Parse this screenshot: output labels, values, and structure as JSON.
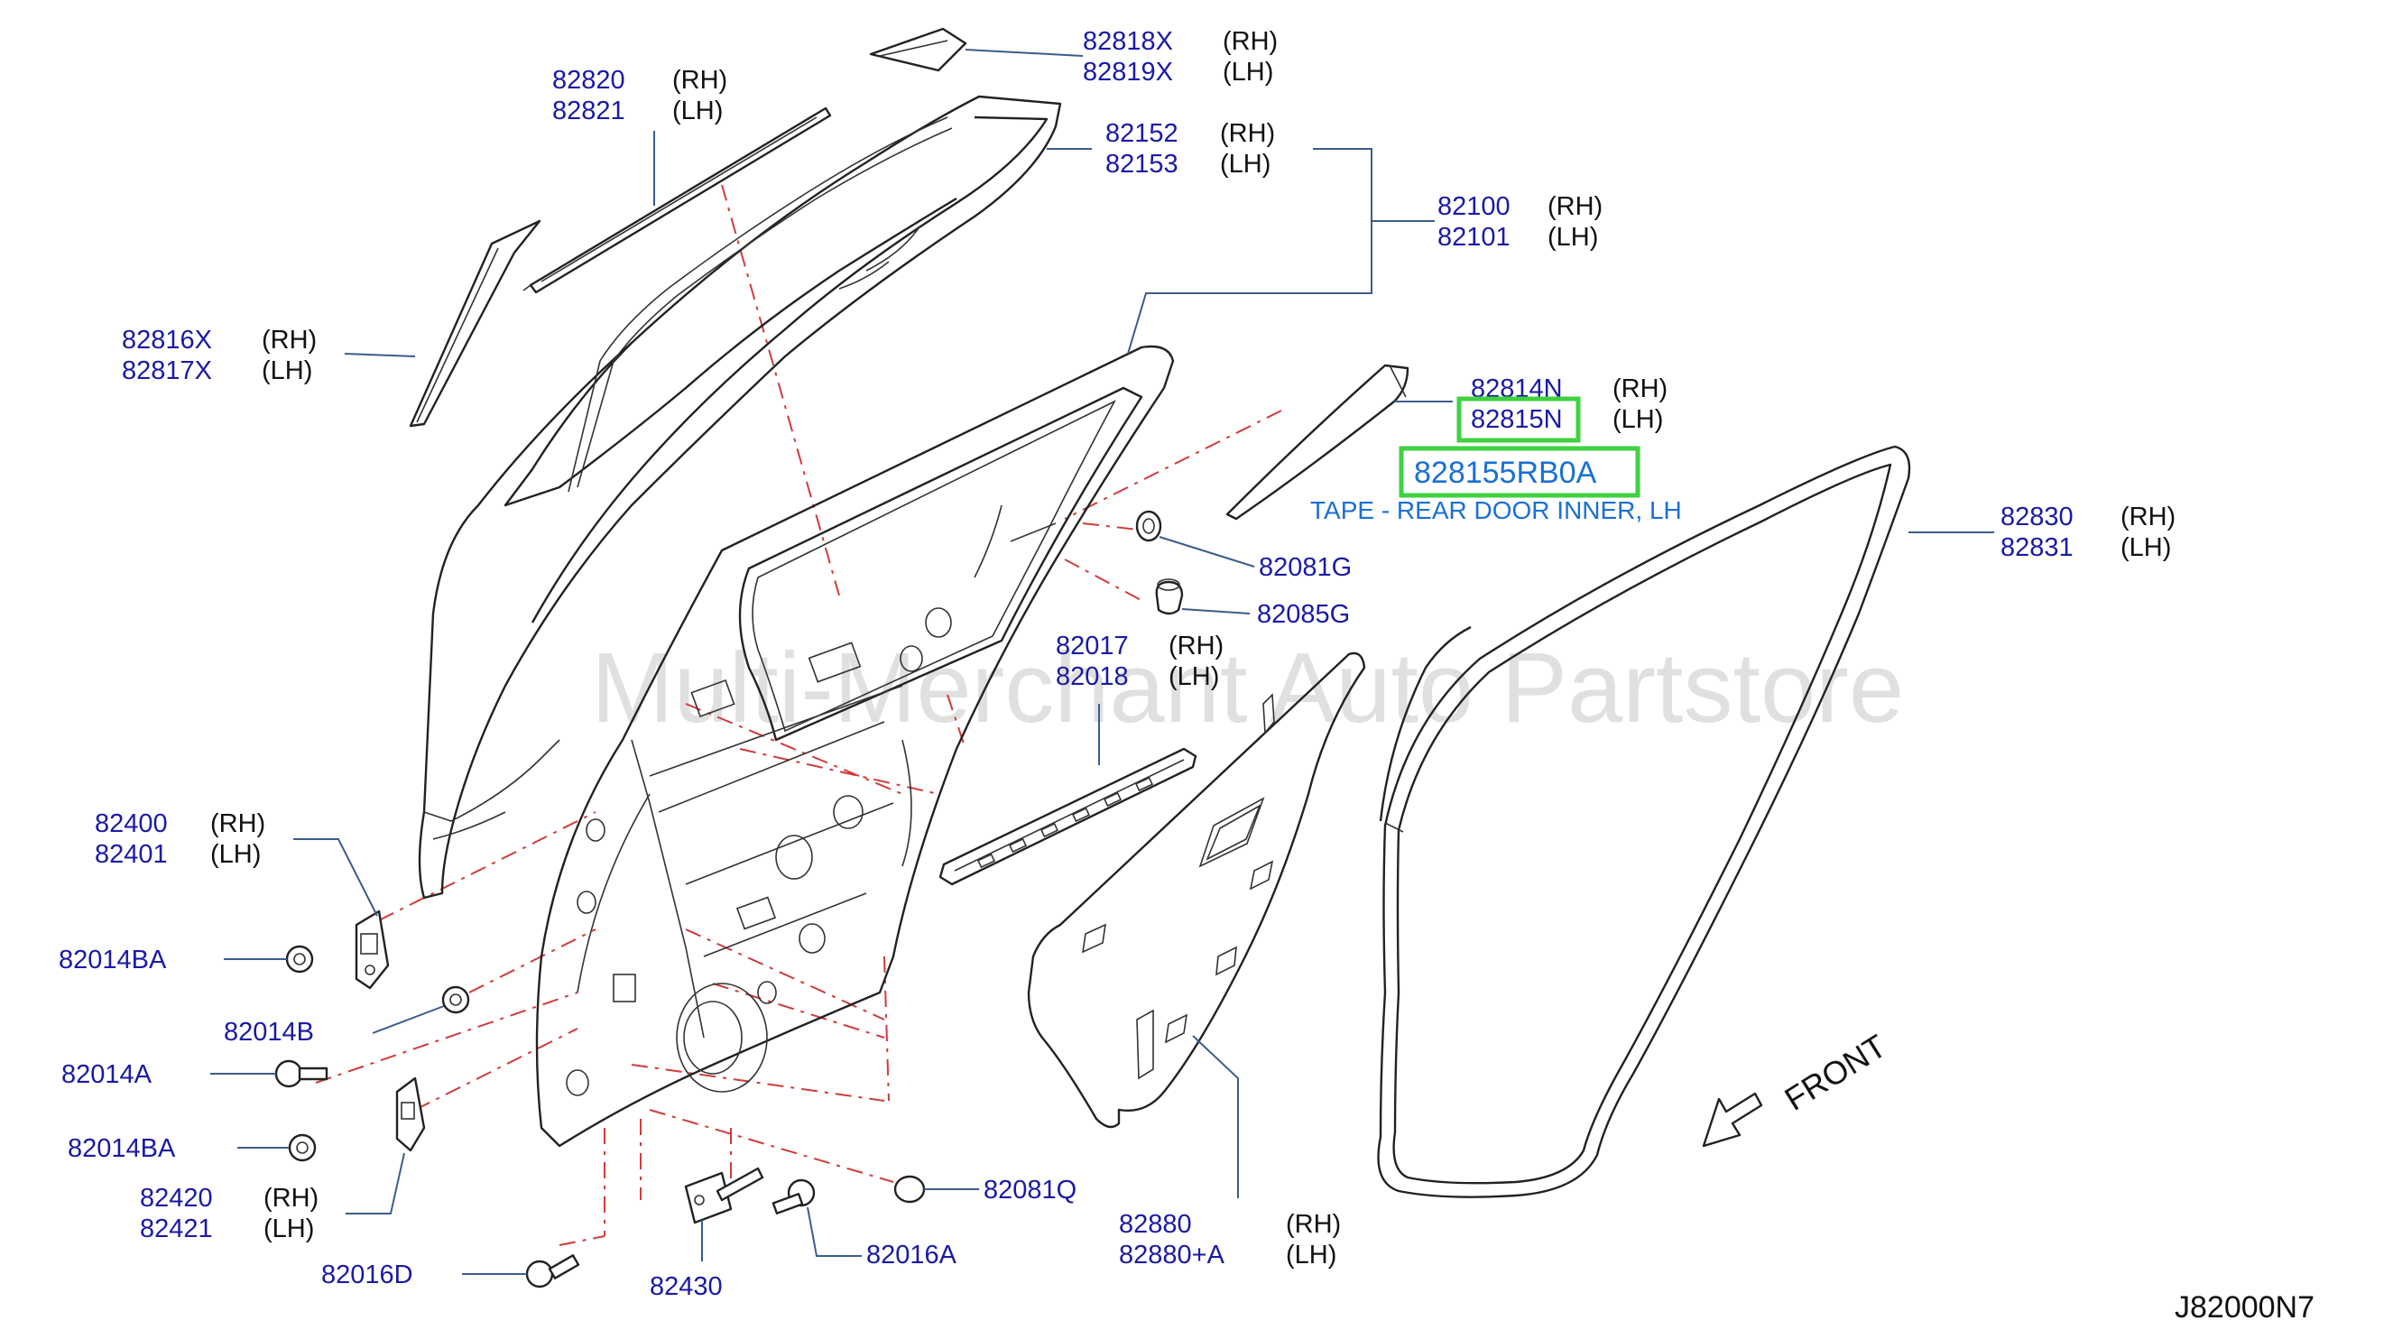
{
  "watermark": "Multi-Merchant Auto Partstore",
  "diagram_code": "J82000N7",
  "front_label": "FRONT",
  "highlight": {
    "part_number": "828155RB0A",
    "description": "TAPE - REAR DOOR INNER, LH"
  },
  "callouts": {
    "c82818": {
      "rh": "82818X",
      "lh": "82819X",
      "rh_side": "(RH)",
      "lh_side": "(LH)"
    },
    "c82820": {
      "rh": "82820",
      "lh": "82821",
      "rh_side": "(RH)",
      "lh_side": "(LH)"
    },
    "c82152": {
      "rh": "82152",
      "lh": "82153",
      "rh_side": "(RH)",
      "lh_side": "(LH)"
    },
    "c82100": {
      "rh": "82100",
      "lh": "82101",
      "rh_side": "(RH)",
      "lh_side": "(LH)"
    },
    "c82816": {
      "rh": "82816X",
      "lh": "82817X",
      "rh_side": "(RH)",
      "lh_side": "(LH)"
    },
    "c82814": {
      "rh": "82814N",
      "lh": "82815N",
      "rh_side": "(RH)",
      "lh_side": "(LH)"
    },
    "c82830": {
      "rh": "82830",
      "lh": "82831",
      "rh_side": "(RH)",
      "lh_side": "(LH)"
    },
    "c82017": {
      "rh": "82017",
      "lh": "82018",
      "rh_side": "(RH)",
      "lh_side": "(LH)"
    },
    "c82400": {
      "rh": "82400",
      "lh": "82401",
      "rh_side": "(RH)",
      "lh_side": "(LH)"
    },
    "c82420": {
      "rh": "82420",
      "lh": "82421",
      "rh_side": "(RH)",
      "lh_side": "(LH)"
    },
    "c82880": {
      "rh": "82880",
      "lh": "82880+A",
      "rh_side": "(RH)",
      "lh_side": "(LH)"
    },
    "s82081G": "82081G",
    "s82085G": "82085G",
    "s82014BA_1": "82014BA",
    "s82014B": "82014B",
    "s82014A": "82014A",
    "s82014BA_2": "82014BA",
    "s82081Q": "82081Q",
    "s82016D": "82016D",
    "s82430": "82430",
    "s82016A": "82016A"
  }
}
